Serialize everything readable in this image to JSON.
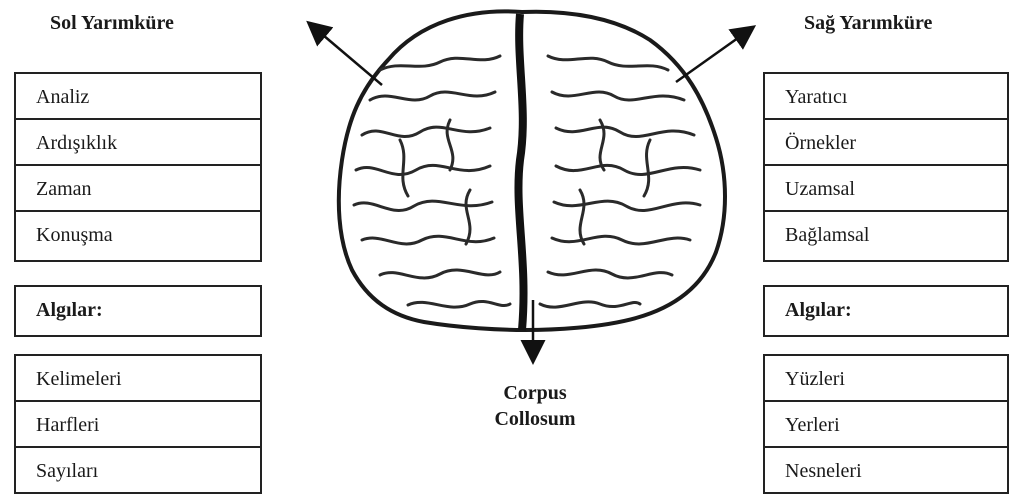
{
  "left": {
    "heading": "Sol Yarımküre",
    "items": [
      "Analiz",
      "Ardışıklık",
      "Zaman",
      "Konuşma"
    ],
    "perception_heading": "Algılar:",
    "perceptions": [
      "Kelimeleri",
      "Harfleri",
      "Sayıları"
    ]
  },
  "right": {
    "heading": "Sağ Yarımküre",
    "items": [
      "Yaratıcı",
      "Örnekler",
      "Uzamsal",
      "Bağlamsal"
    ],
    "perception_heading": "Algılar:",
    "perceptions": [
      "Yüzleri",
      "Yerleri",
      "Nesneleri"
    ]
  },
  "corpus": {
    "line1": "Corpus",
    "line2": "Collosum"
  }
}
